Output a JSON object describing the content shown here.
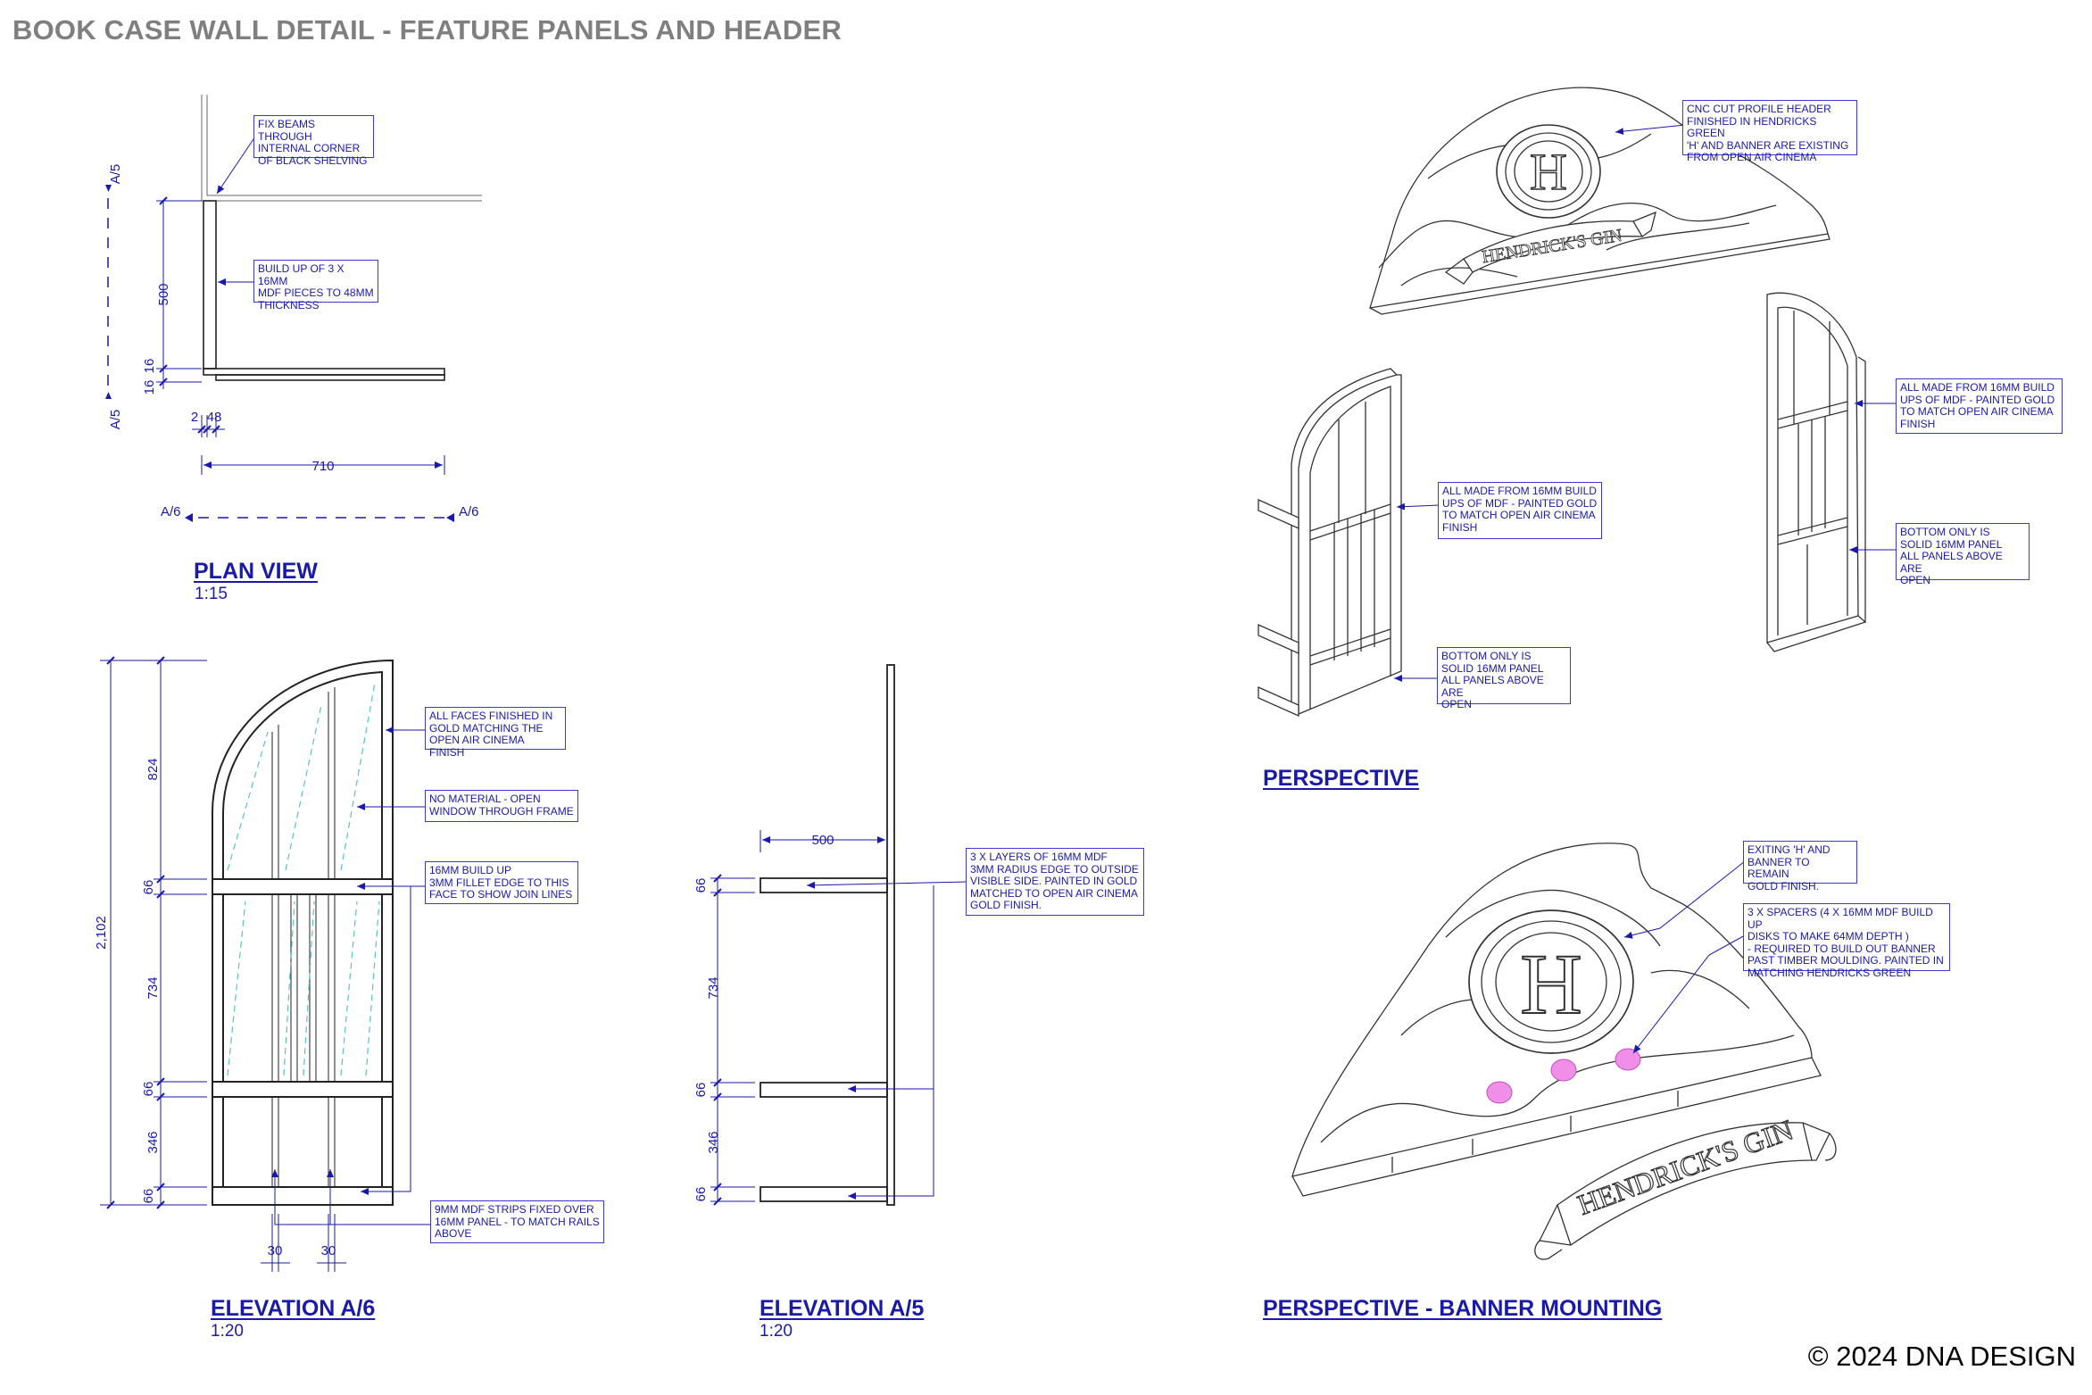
{
  "title": "BOOK CASE WALL DETAIL - FEATURE PANELS AND HEADER",
  "copyright": "© 2024 DNA DESIGN",
  "views": {
    "plan": {
      "title": "PLAN VIEW",
      "scale": "1:15"
    },
    "elev_a6": {
      "title": "ELEVATION A/6",
      "scale": "1:20"
    },
    "elev_a5": {
      "title": "ELEVATION A/5",
      "scale": "1:20"
    },
    "perspective": {
      "title": "PERSPECTIVE"
    },
    "banner": {
      "title": "PERSPECTIVE - BANNER MOUNTING"
    }
  },
  "notes": {
    "fix_beams": "FIX BEAMS THROUGH\nINTERNAL CORNER\nOF BLACK SHELVING",
    "build_up": "BUILD UP OF 3 x 16mm\nMDF PIECES TO 48mm\nTHICKNESS",
    "all_faces": "ALL FACES FINISHED IN\nGOLD MATCHING THE\nOPEN AIR CINEMA FINISH",
    "no_material": "NO MATERIAL - OPEN\nWINDOW THROUGH FRAME",
    "build_up_16": "16mm BUILD UP\n3mm FILLET EDGE TO THIS\nFACE TO SHOW JOIN LINES",
    "strips": "9mm MDF STRIPS FIXED OVER\n16mm PANEL - TO MATCH RAILS\nABOVE",
    "layers": "3 x LAYERS OF 16mm MDF\n3mm RADIUS EDGE TO OUTSIDE\nVISIBLE SIDE. PAINTED IN GOLD\nMATCHED TO OPEN AIR CINEMA\nGOLD FINISH.",
    "cnc": "CNC CUT PROFILE HEADER\nFINISHED IN HENDRICKS GREEN\n'H' AND BANNER ARE EXISTING\nFROM OPEN AIR CINEMA",
    "made_left": "ALL MADE FROM 16mm BUILD\nUPS OF MDF - PAINTED GOLD\nTO MATCH OPEN AIR CINEMA\nFINISH",
    "made_right": "ALL MADE FROM 16mm BUILD\nUPS OF MDF - PAINTED GOLD\nTO MATCH OPEN AIR CINEMA\nFINISH",
    "bottom_left": "BOTTOM ONLY IS\nSOLID 16mm PANEL\nALL PANELS ABOVE ARE\nOPEN",
    "bottom_right": "BOTTOM ONLY IS\nSOLID 16mm PANEL\nALL PANELS ABOVE ARE\nOPEN",
    "exiting": "EXITING 'H' AND\nBANNER TO REMAIN\nGOLD FINISH.",
    "spacers": "3 x SPACERS (4 x 16mm MDF BUILD UP\nDISKS TO MAKE 64mm DEPTH )\n- REQUIRED TO BUILD OUT BANNER\nPAST TIMBER MOULDING. PAINTED IN\nMATCHING HENDRICKS GREEN"
  },
  "dims": {
    "plan": {
      "d500": "500",
      "d16a": "16",
      "d16b": "16",
      "d2": "2",
      "d48": "48",
      "d710": "710",
      "a5top": "A/5",
      "a5bot": "A/5",
      "a6l": "A/6",
      "a6r": "A/6"
    },
    "a6": {
      "d2102": "2,102",
      "d824": "824",
      "d66a": "66",
      "d734": "734",
      "d66b": "66",
      "d346": "346",
      "d66c": "66",
      "d30a": "30",
      "d30b": "30"
    },
    "a5": {
      "d500": "500",
      "d66a": "66",
      "d734": "734",
      "d66b": "66",
      "d346": "346",
      "d66c": "66"
    }
  },
  "banner_text": "HENDRICK'S GIN",
  "logo_letter": "H",
  "colors": {
    "annotation": "#1a1aa8",
    "title_grey": "#7f7f7f",
    "spacer_pink": "#f08ee8",
    "glass": "#5bc0c8"
  }
}
